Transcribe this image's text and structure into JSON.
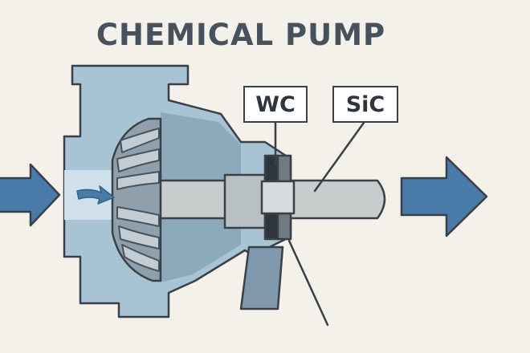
{
  "title": "CHEMICAL PUMP",
  "labels": {
    "wc": "WC",
    "sic": "SiC"
  },
  "colors": {
    "background": "#f4f1ea",
    "casing": "#a7c3d4",
    "casing_dark": "#7f98ab",
    "impeller": "#8fa0ac",
    "shaft": "#c9cccd",
    "flow_arrow": "#4a7aa8",
    "outline": "#3a4048"
  }
}
